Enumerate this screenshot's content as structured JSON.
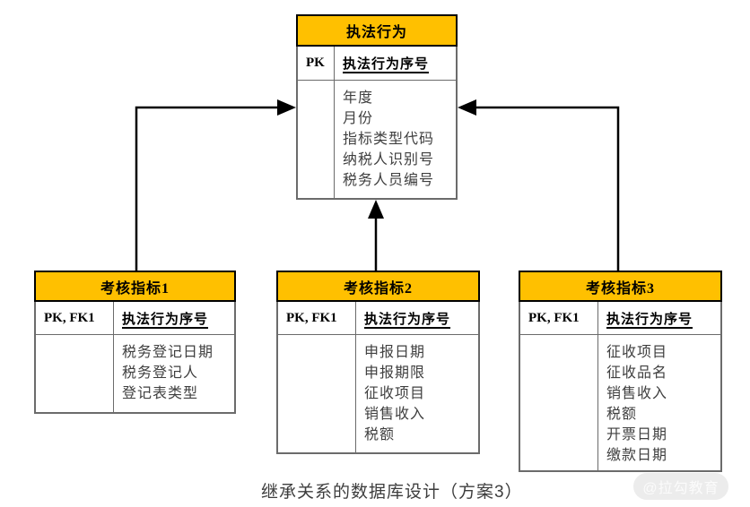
{
  "diagram": {
    "caption": "继承关系的数据库设计（方案3）",
    "watermark": "@拉勾教育",
    "colors": {
      "entity_header_fill": "#FFC000",
      "header_border": "#000000",
      "body_border": "#6b6b6b",
      "attribute_text": "#3f3f3f",
      "connector": "#000000",
      "watermark_pill": "#ececec",
      "watermark_text": "#fbfbfb"
    },
    "entities": [
      {
        "title": "执法行为",
        "key_label": "PK",
        "key_field": "执法行为序号",
        "attributes": [
          "年度",
          "月份",
          "指标类型代码",
          "纳税人识别号",
          "税务人员编号"
        ]
      },
      {
        "title": "考核指标1",
        "key_label": "PK, FK1",
        "key_field": "执法行为序号",
        "attributes": [
          "税务登记日期",
          "税务登记人",
          "登记表类型"
        ]
      },
      {
        "title": "考核指标2",
        "key_label": "PK, FK1",
        "key_field": "执法行为序号",
        "attributes": [
          "申报日期",
          "申报期限",
          "征收项目",
          "销售收入",
          "税额"
        ]
      },
      {
        "title": "考核指标3",
        "key_label": "PK, FK1",
        "key_field": "执法行为序号",
        "attributes": [
          "征收项目",
          "征收品名",
          "销售收入",
          "税额",
          "开票日期",
          "缴款日期"
        ]
      }
    ],
    "relationships": [
      {
        "from": "考核指标1",
        "to": "执法行为",
        "direction": "child-to-parent"
      },
      {
        "from": "考核指标2",
        "to": "执法行为",
        "direction": "child-to-parent"
      },
      {
        "from": "考核指标3",
        "to": "执法行为",
        "direction": "child-to-parent"
      }
    ]
  }
}
